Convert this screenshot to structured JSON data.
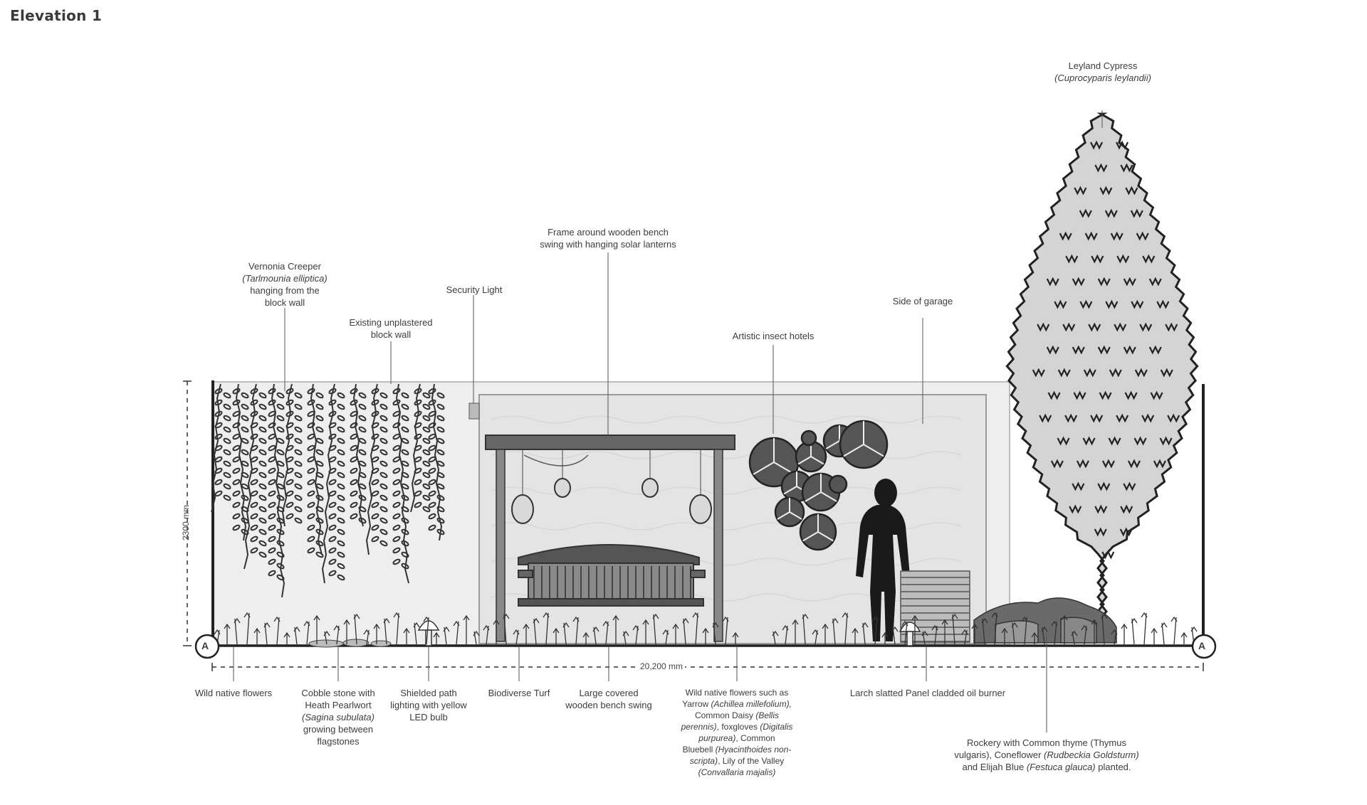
{
  "title": "Elevation 1",
  "dimensions": {
    "height": "2300 mm",
    "width": "20,200 mm"
  },
  "section_marker": "A",
  "labels_top": {
    "leyland_line1": "Leyland Cypress",
    "leyland_line2": "(Cuprocyparis leylandii)",
    "frame_line1": "Frame around wooden bench",
    "frame_line2": "swing with hanging solar lanterns",
    "vernonia_line1": "Vernonia Creeper",
    "vernonia_line2": "(Tarlmounia elliptica)",
    "vernonia_line3": "hanging from the",
    "vernonia_line4": "block wall",
    "security_light": "Security Light",
    "side_of_garage": "Side of garage",
    "wall_line1": "Existing unplastered",
    "wall_line2": "block wall",
    "insect_hotels": "Artistic insect hotels"
  },
  "labels_bottom": {
    "wild_native": "Wild native flowers",
    "cobble_line1": "Cobble stone with",
    "cobble_line2": "Heath Pearlwort",
    "cobble_line3": "(Sagina subulata)",
    "cobble_line4": "growing between",
    "cobble_line5": "flagstones",
    "path_line1": "Shielded path",
    "path_line2": "lighting with yellow",
    "path_line3": "LED bulb",
    "turf": "Biodiverse Turf",
    "swing_line1": "Large covered",
    "swing_line2": "wooden bench swing",
    "wild2_line1": "Wild native flowers such as",
    "wild2_line2a": "Yarrow ",
    "wild2_line2b": "(Achillea millefolium),",
    "wild2_line3a": "Common Daisy ",
    "wild2_line3b": "(Bellis",
    "wild2_line4a": "perennis)",
    "wild2_line4b": ", foxgloves ",
    "wild2_line4c": "(Digitalis",
    "wild2_line5a": "purpurea)",
    "wild2_line5b": ", Common",
    "wild2_line6a": "Bluebell ",
    "wild2_line6b": "(Hyacinthoides non-",
    "wild2_line7a": "scripta)",
    "wild2_line7b": ", Lily of the Valley",
    "wild2_line8": "(Convallaria majalis)",
    "larch": "Larch slatted Panel cladded oil burner",
    "rockery_line1": "Rockery with Common thyme (Thymus",
    "rockery_line2a": "vulgaris), Coneflower ",
    "rockery_line2b": "(Rudbeckia Goldsturm)",
    "rockery_line3a": "and Elijah Blue ",
    "rockery_line3b": "(Festuca glauca)",
    "rockery_line3c": " planted."
  },
  "colors": {
    "wall_fill": "#efefef",
    "garage_fill": "#e7e7e7",
    "ink": "#2b2b2b",
    "tree_fill": "#d6d6d6",
    "frame": "#5a5a5a"
  }
}
